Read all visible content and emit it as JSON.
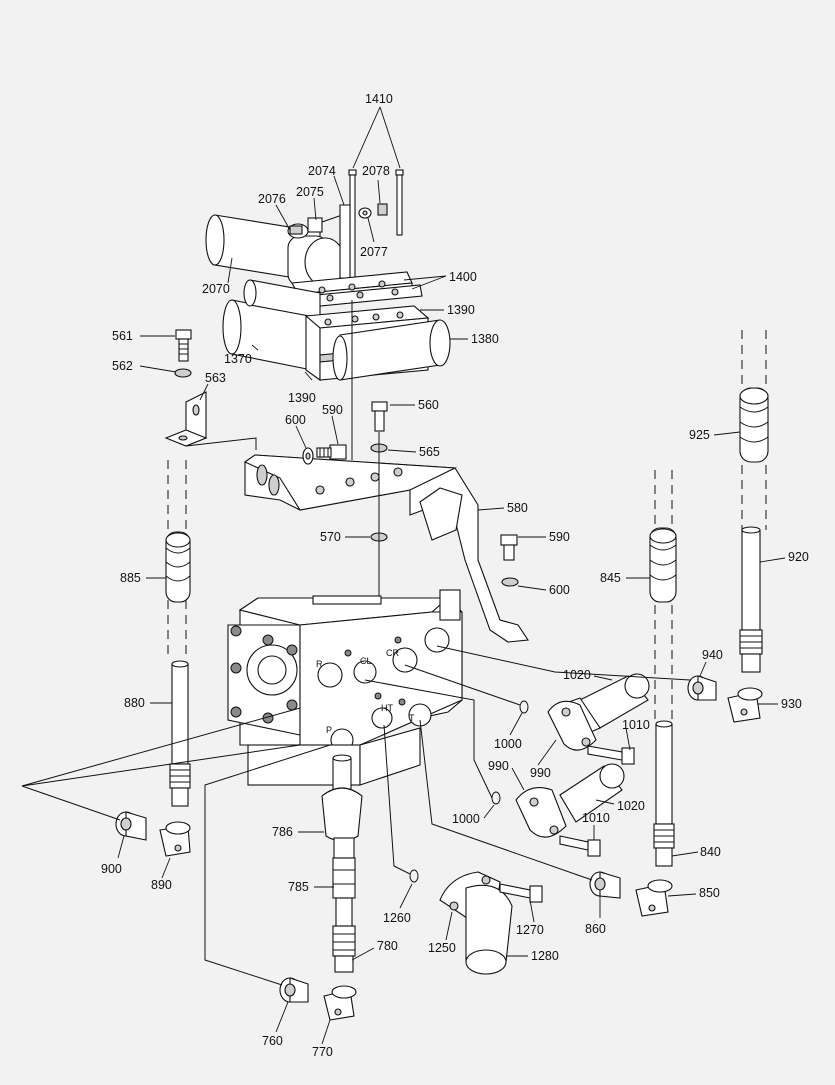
{
  "callouts": {
    "c1410": "1410",
    "c2074": "2074",
    "c2078": "2078",
    "c2076": "2076",
    "c2075": "2075",
    "c2077": "2077",
    "c2070": "2070",
    "c1400": "1400",
    "c1390a": "1390",
    "c1380": "1380",
    "c1370": "1370",
    "c1390b": "1390",
    "c561": "561",
    "c562": "562",
    "c563": "563",
    "c600a": "600",
    "c590a": "590",
    "c560": "560",
    "c565": "565",
    "c580": "580",
    "c570": "570",
    "c590b": "590",
    "c600b": "600",
    "c925": "925",
    "c920": "920",
    "c885": "885",
    "c845": "845",
    "c940": "940",
    "c930": "930",
    "c1020a": "1020",
    "c1010a": "1010",
    "c1000a": "1000",
    "c990a": "990",
    "c990b": "990",
    "c1020b": "1020",
    "c1000b": "1000",
    "c1010b": "1010",
    "c880": "880",
    "c840": "840",
    "c850": "850",
    "c786": "786",
    "c785": "785",
    "c900": "900",
    "c890": "890",
    "c1260": "1260",
    "c1270": "1270",
    "c860": "860",
    "c1250": "1250",
    "c1280": "1280",
    "c780": "780",
    "c760": "760",
    "c770": "770"
  },
  "ports": {
    "r": "R",
    "cl": "CL",
    "cr": "CR",
    "p": "P",
    "ht": "HT",
    "t": "T"
  }
}
